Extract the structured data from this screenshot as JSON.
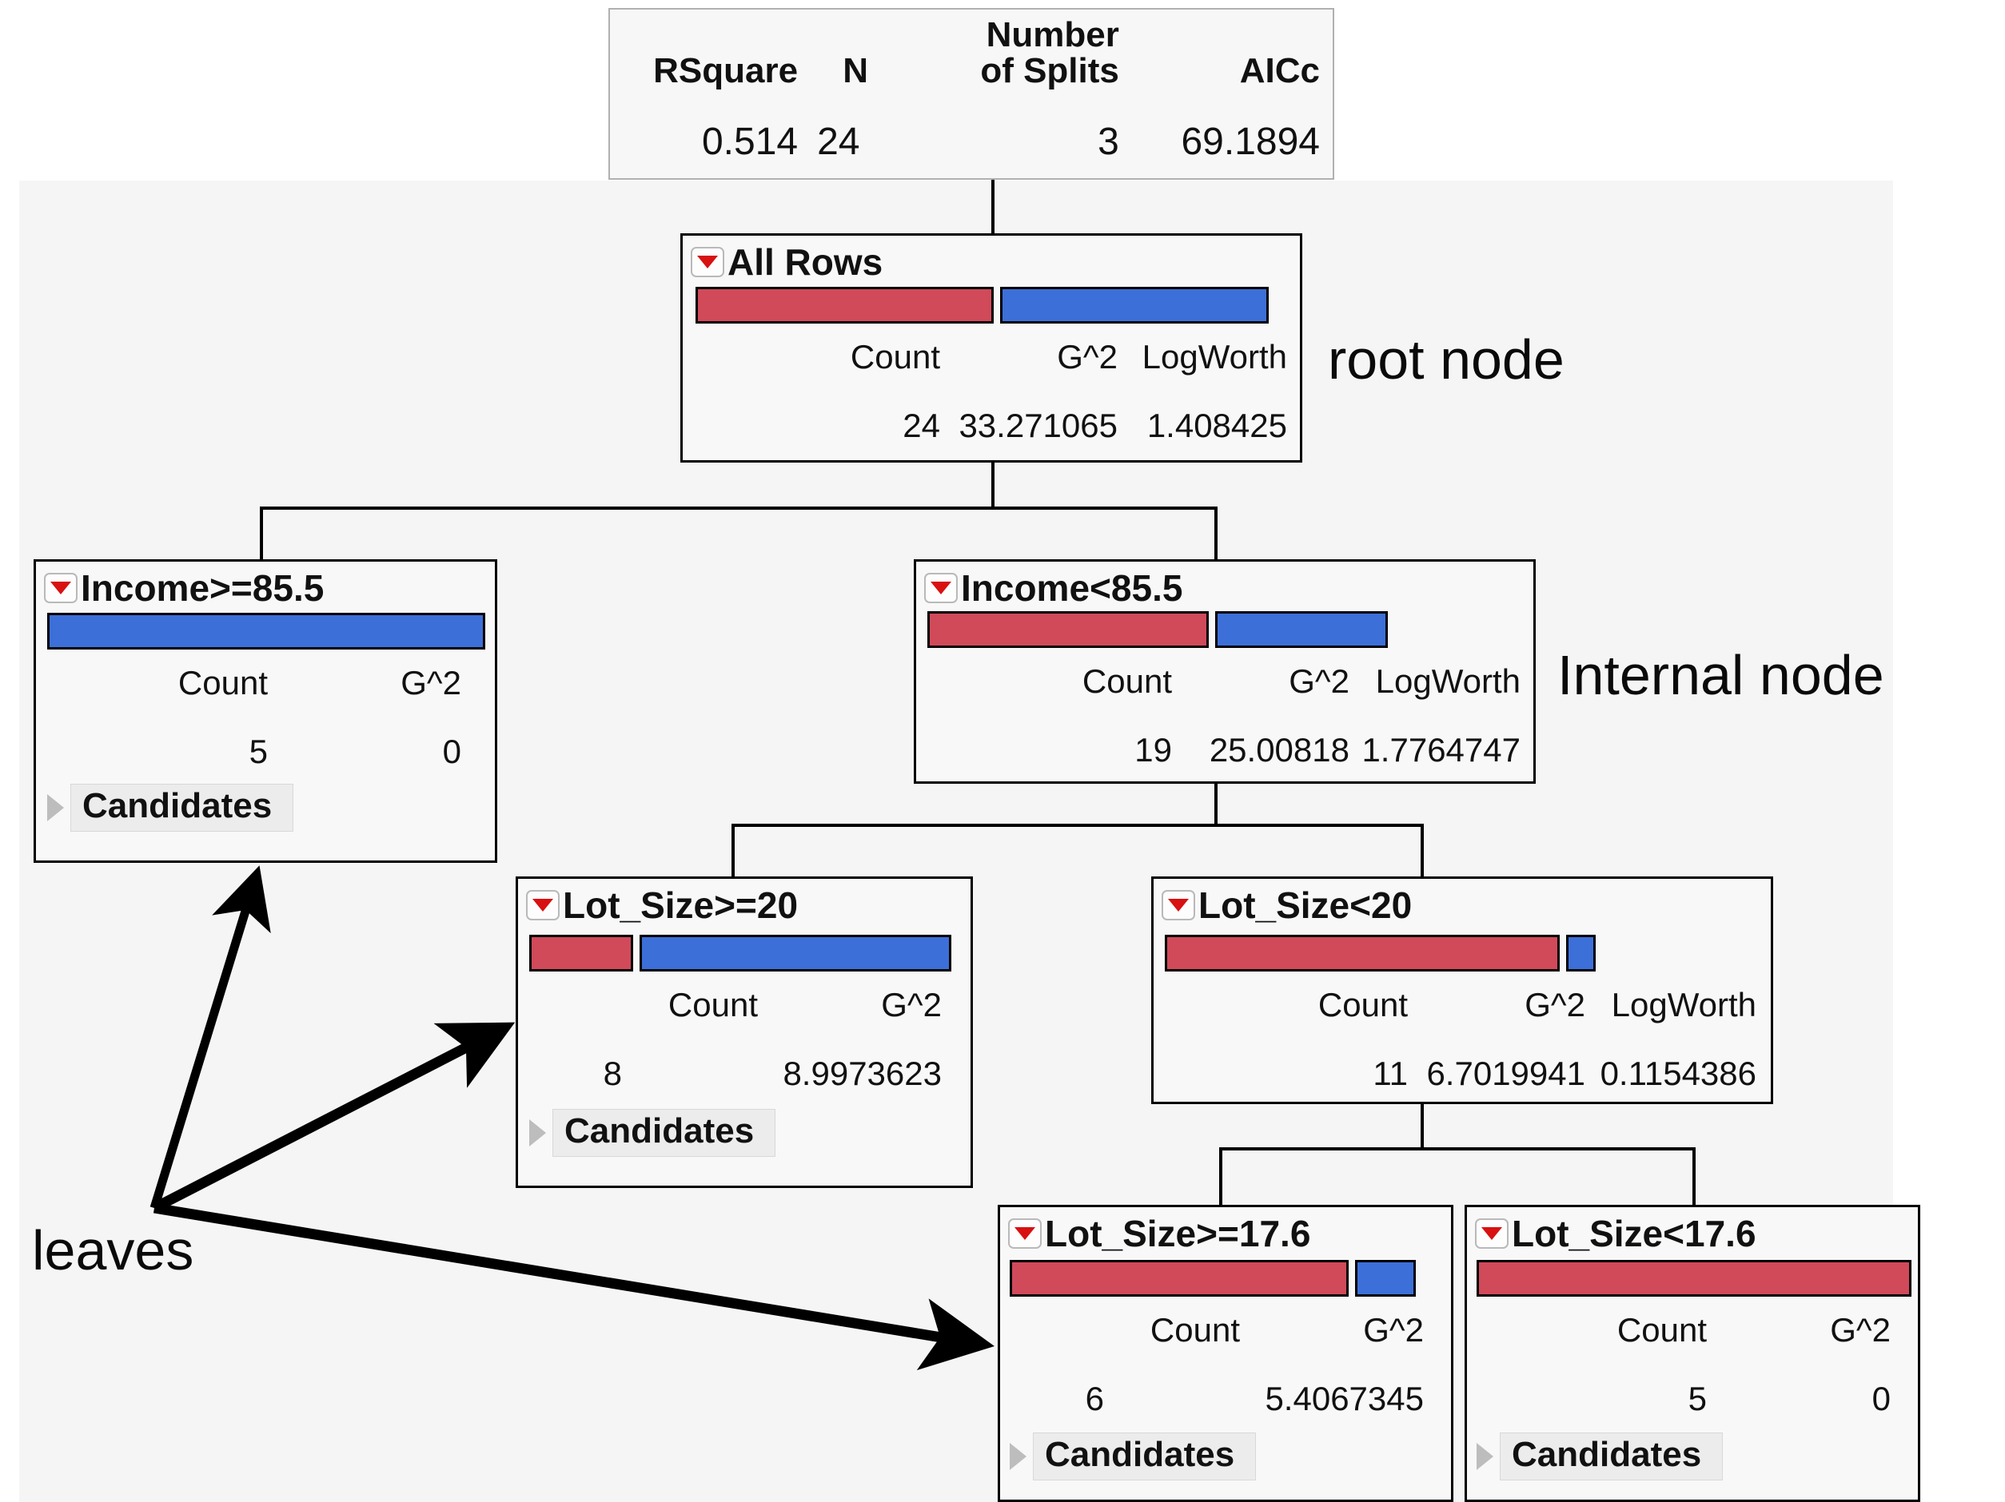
{
  "summary": {
    "headers": [
      "RSquare",
      "N",
      "Number\nof Splits",
      "AICc"
    ],
    "values": [
      "0.514",
      "24",
      "3",
      "69.1894"
    ]
  },
  "colors": {
    "bar_red": "#d04a5a",
    "bar_blue": "#3d6fd8",
    "panel_bg": "#f5f5f5",
    "node_bg": "#f8f8f8",
    "disclosure_triangle": "#d81111",
    "candidates_bg": "#ececec"
  },
  "labels": {
    "count": "Count",
    "g2": "G^2",
    "logworth": "LogWorth",
    "candidates": "Candidates"
  },
  "nodes": {
    "root": {
      "title": "All Rows",
      "headers": [
        "Count",
        "G^2",
        "LogWorth"
      ],
      "count": "24",
      "g2": "33.271065",
      "logworth": "1.408425",
      "red_pct": 50,
      "blue_pct": 45,
      "has_candidates": false
    },
    "income_ge": {
      "title": "Income>=85.5",
      "headers": [
        "Count",
        "G^2"
      ],
      "count": "5",
      "g2": "0",
      "red_pct": 0,
      "blue_pct": 100,
      "has_candidates": true,
      "candidates_label": "Candidates"
    },
    "income_lt": {
      "title": "Income<85.5",
      "headers": [
        "Count",
        "G^2",
        "LogWorth"
      ],
      "count": "19",
      "g2": "25.00818",
      "logworth": "1.7764747",
      "red_pct": 47,
      "blue_pct": 29,
      "has_candidates": false
    },
    "lot_ge_20": {
      "title": "Lot_Size>=20",
      "headers": [
        "Count",
        "G^2"
      ],
      "count": "8",
      "g2": "8.9973623",
      "red_pct": 24,
      "blue_pct": 72,
      "has_candidates": true,
      "candidates_label": "Candidates"
    },
    "lot_lt_20": {
      "title": "Lot_Size<20",
      "headers": [
        "Count",
        "G^2",
        "LogWorth"
      ],
      "count": "11",
      "g2": "6.7019941",
      "logworth": "0.1154386",
      "red_pct": 66,
      "blue_pct": 7,
      "has_candidates": false
    },
    "lot_ge_176": {
      "title": "Lot_Size>=17.6",
      "headers": [
        "Count",
        "G^2"
      ],
      "count": "6",
      "g2": "5.4067345",
      "red_pct": 78,
      "blue_pct": 14,
      "has_candidates": true,
      "candidates_label": "Candidates"
    },
    "lot_lt_176": {
      "title": "Lot_Size<17.6",
      "headers": [
        "Count",
        "G^2"
      ],
      "count": "5",
      "g2": "0",
      "red_pct": 100,
      "blue_pct": 0,
      "has_candidates": true,
      "candidates_label": "Candidates"
    }
  },
  "annotations": {
    "root_node": "root node",
    "internal_node": "Internal node",
    "leaves": "leaves"
  }
}
